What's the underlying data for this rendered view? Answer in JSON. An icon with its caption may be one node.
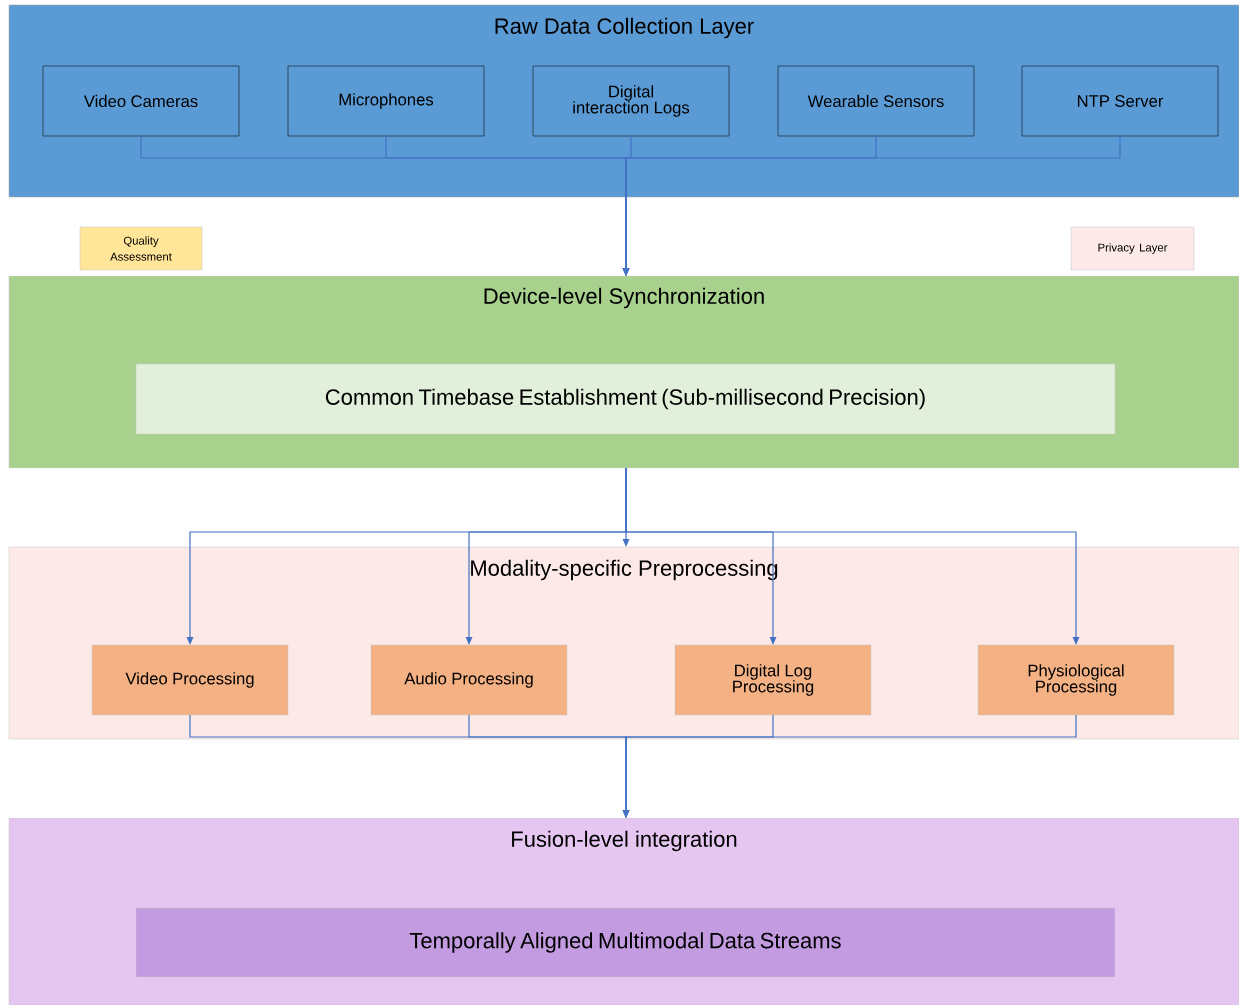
{
  "diagram": {
    "nodes": [
      {
        "text": [
          "Raw Data Collection Layer"
        ]
      },
      {
        "text": [
          "Video Cameras"
        ],
        "in": 0
      },
      {
        "text": [
          "Microphones"
        ],
        "in": 0
      },
      {
        "text": [
          "Digital interaction Logs"
        ],
        "in": 0
      },
      {
        "text": [
          "Wearable Sensors"
        ],
        "in": 0
      },
      {
        "text": [
          "NTP Server"
        ],
        "in": 0
      },
      {
        "text": [
          "Quality Assessment"
        ]
      },
      {
        "text": [
          "Privacy Layer"
        ]
      },
      {
        "text": [
          "Device-level Synchronization"
        ]
      },
      {
        "text": [
          "Common Timebase Establishment (Sub-millisecond Precision)"
        ],
        "in": 8
      },
      {
        "text": [
          "Modality-specific Preprocessing"
        ]
      },
      {
        "text": [
          "Video Processing"
        ],
        "in": 10
      },
      {
        "text": [
          "Audio Processing"
        ],
        "in": 10
      },
      {
        "text": [
          "Digital Log Processing"
        ],
        "in": 10
      },
      {
        "text": [
          "Physiological Processing"
        ],
        "in": 10
      },
      {
        "text": [
          "Fusion-level integration"
        ]
      },
      {
        "text": [
          "Temporally Aligned Multimodal Data Streams"
        ],
        "in": 15
      }
    ],
    "edges": [
      {
        "from": 1,
        "to": 8,
        "arrow": "to"
      },
      {
        "from": 2,
        "to": 8,
        "arrow": "to"
      },
      {
        "from": 3,
        "to": 8,
        "arrow": "to"
      },
      {
        "from": 4,
        "to": 8,
        "arrow": "to"
      },
      {
        "from": 5,
        "to": 8,
        "arrow": "to"
      },
      {
        "from": 8,
        "to": 10,
        "arrow": "to"
      },
      {
        "from": 8,
        "to": 11,
        "arrow": "to"
      },
      {
        "from": 8,
        "to": 12,
        "arrow": "to"
      },
      {
        "from": 8,
        "to": 13,
        "arrow": "to"
      },
      {
        "from": 8,
        "to": 14,
        "arrow": "to"
      },
      {
        "from": 11,
        "to": 15,
        "arrow": "to"
      },
      {
        "from": 12,
        "to": 15,
        "arrow": "to"
      },
      {
        "from": 13,
        "to": 15,
        "arrow": "to"
      },
      {
        "from": 14,
        "to": 15,
        "arrow": "to"
      }
    ]
  }
}
